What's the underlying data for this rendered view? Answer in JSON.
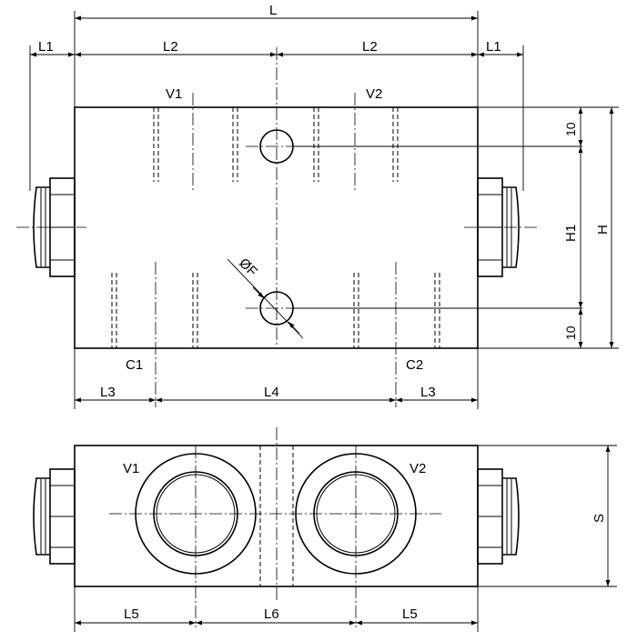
{
  "labels": {
    "L": "L",
    "L1": "L1",
    "L2": "L2",
    "L3": "L3",
    "L4": "L4",
    "L5": "L5",
    "L6": "L6",
    "V1": "V1",
    "V2": "V2",
    "C1": "C1",
    "C2": "C2",
    "H": "H",
    "H1": "H1",
    "S": "S",
    "F": "ØF",
    "ten": "10"
  }
}
